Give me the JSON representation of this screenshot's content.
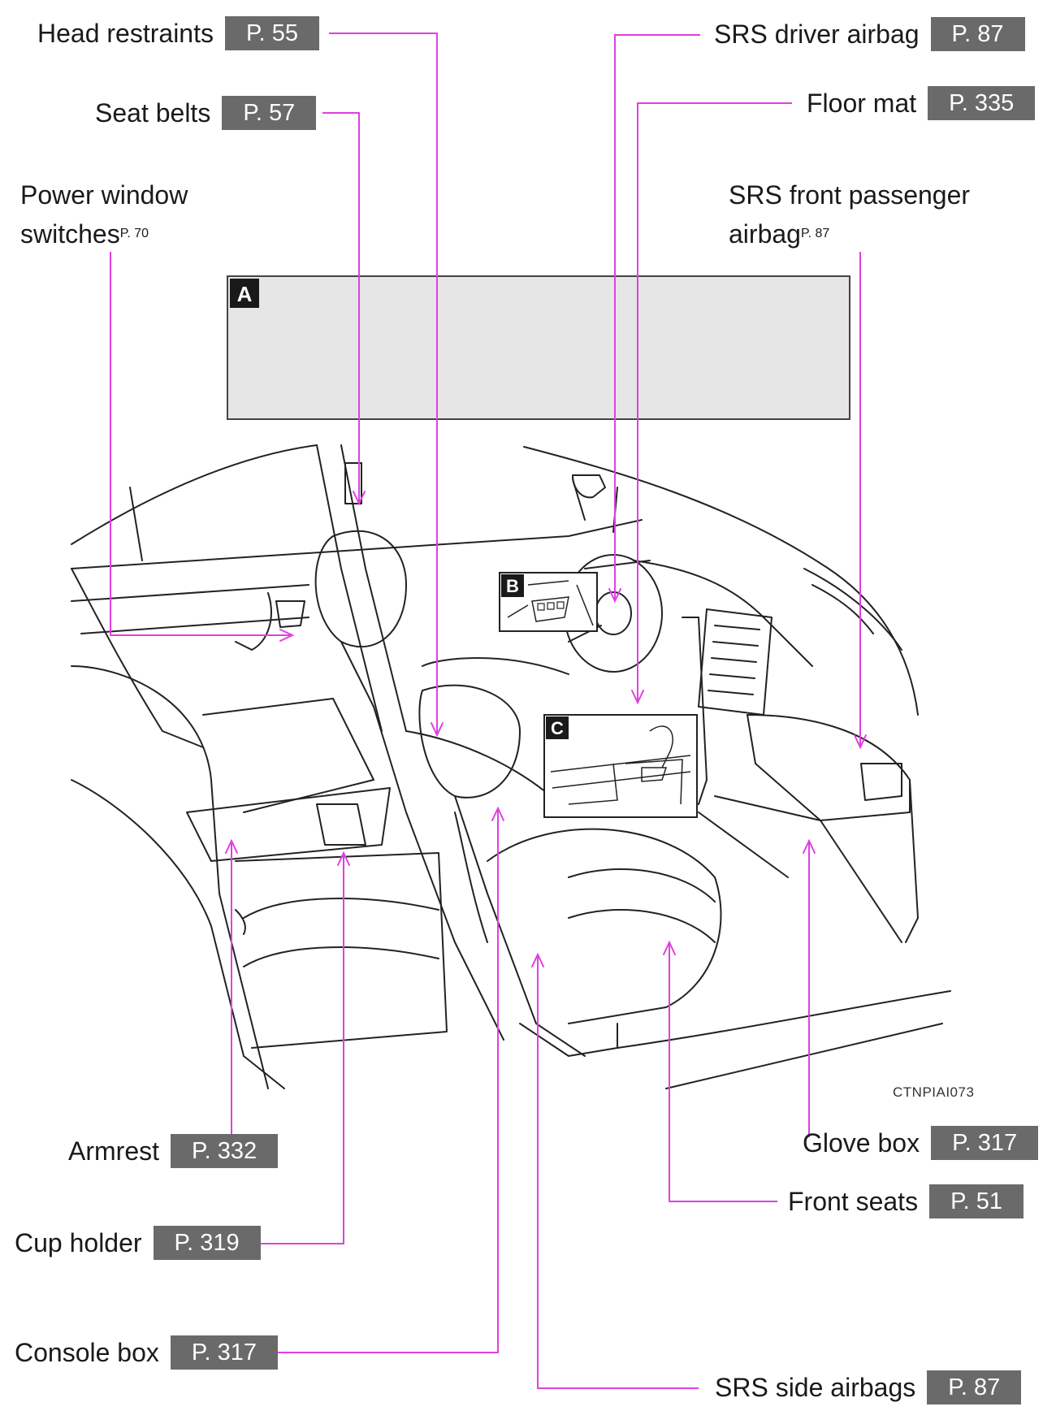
{
  "callouts": {
    "head_restraints": {
      "label": "Head restraints",
      "page": "P. 55"
    },
    "seat_belts": {
      "label": "Seat belts",
      "page": "P. 57"
    },
    "power_window": {
      "label_line1": "Power window",
      "label_line2": "switches",
      "page": "P. 70"
    },
    "srs_driver_airbag": {
      "label": "SRS driver airbag",
      "page": "P. 87"
    },
    "floor_mat": {
      "label": "Floor mat",
      "page": "P. 335"
    },
    "srs_front_passenger": {
      "label_line1": "SRS front passenger",
      "label_line2": "airbag",
      "page": "P. 87"
    },
    "armrest": {
      "label": "Armrest",
      "page": "P. 332"
    },
    "cup_holder": {
      "label": "Cup holder",
      "page": "P. 319"
    },
    "console_box": {
      "label": "Console box",
      "page": "P. 317"
    },
    "glove_box": {
      "label": "Glove box",
      "page": "P. 317"
    },
    "front_seats": {
      "label": "Front seats",
      "page": "P. 51"
    },
    "srs_side_airbags": {
      "label": "SRS side airbags",
      "page": "P. 87"
    }
  },
  "panels": {
    "a_marker": "A",
    "b_marker": "B",
    "c_marker": "C"
  },
  "figure_code": "CTNPIAI073",
  "colors": {
    "leader_line": "#e040e0",
    "badge_bg": "#6a6a6a",
    "panel_bg": "#e6e6e6"
  }
}
